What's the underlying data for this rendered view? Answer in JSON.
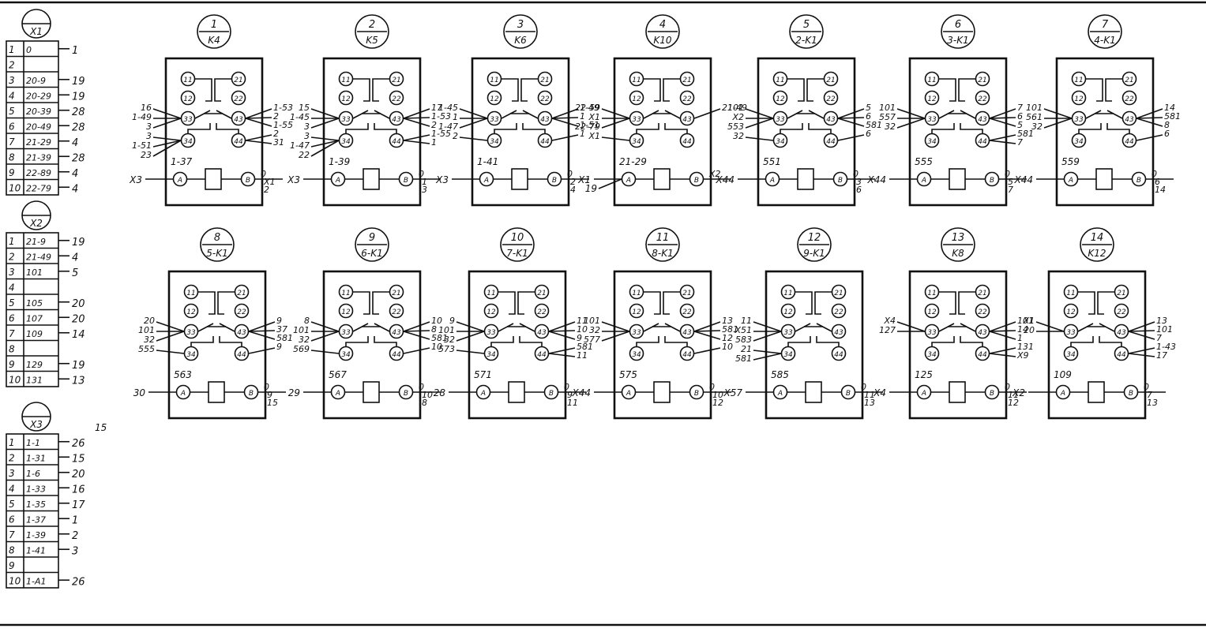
{
  "terminal_blocks": [
    {
      "id": "X1",
      "rows": [
        {
          "n": "1",
          "addr": "0",
          "dest": "1"
        },
        {
          "n": "2",
          "addr": "",
          "dest": ""
        },
        {
          "n": "3",
          "addr": "20-9",
          "dest": "19"
        },
        {
          "n": "4",
          "addr": "20-29",
          "dest": "19"
        },
        {
          "n": "5",
          "addr": "20-39",
          "dest": "28"
        },
        {
          "n": "6",
          "addr": "20-49",
          "dest": "28"
        },
        {
          "n": "7",
          "addr": "21-29",
          "dest": "4"
        },
        {
          "n": "8",
          "addr": "21-39",
          "dest": "28"
        },
        {
          "n": "9",
          "addr": "22-89",
          "dest": "4"
        },
        {
          "n": "10",
          "addr": "22-79",
          "dest": "4"
        }
      ]
    },
    {
      "id": "X2",
      "rows": [
        {
          "n": "1",
          "addr": "21-9",
          "dest": "19"
        },
        {
          "n": "2",
          "addr": "21-49",
          "dest": "4"
        },
        {
          "n": "3",
          "addr": "101",
          "dest": "5"
        },
        {
          "n": "4",
          "addr": "",
          "dest": ""
        },
        {
          "n": "5",
          "addr": "105",
          "dest": "20"
        },
        {
          "n": "6",
          "addr": "107",
          "dest": "20"
        },
        {
          "n": "7",
          "addr": "109",
          "dest": "14"
        },
        {
          "n": "8",
          "addr": "",
          "dest": ""
        },
        {
          "n": "9",
          "addr": "129",
          "dest": "19"
        },
        {
          "n": "10",
          "addr": "131",
          "dest": "13"
        }
      ]
    },
    {
      "id": "X3",
      "rows": [
        {
          "n": "1",
          "addr": "1-1",
          "dest": "26"
        },
        {
          "n": "2",
          "addr": "1-31",
          "dest": "15"
        },
        {
          "n": "3",
          "addr": "1-6",
          "dest": "20"
        },
        {
          "n": "4",
          "addr": "1-33",
          "dest": "16"
        },
        {
          "n": "5",
          "addr": "1-35",
          "dest": "17"
        },
        {
          "n": "6",
          "addr": "1-37",
          "dest": "1"
        },
        {
          "n": "7",
          "addr": "1-39",
          "dest": "2"
        },
        {
          "n": "8",
          "addr": "1-41",
          "dest": "3"
        },
        {
          "n": "9",
          "addr": "",
          "dest": ""
        },
        {
          "n": "10",
          "addr": "1-A1",
          "dest": "26"
        }
      ],
      "top_note": "15"
    }
  ],
  "relays": [
    {
      "num": "1",
      "ref": "K4",
      "coil_label": "1-37",
      "left": [
        "16",
        "1-49",
        "3",
        "3",
        "1-51",
        "23"
      ],
      "right": [
        "1-53",
        "2",
        "1-55",
        "2",
        "31"
      ],
      "coil_left": "X3",
      "coil_right": [
        "0",
        "X1",
        "2"
      ]
    },
    {
      "num": "2",
      "ref": "K5",
      "coil_label": "1-39",
      "left": [
        "15",
        "1-45",
        "3",
        "3",
        "1-47",
        "22"
      ],
      "right": [
        "17",
        "1-53",
        "2",
        "1-55",
        "1"
      ],
      "coil_left": "X3",
      "coil_right": [
        "0",
        "1",
        "3"
      ]
    },
    {
      "num": "3",
      "ref": "K6",
      "coil_label": "1-41",
      "left": [
        "1-45",
        "1",
        "1-47",
        "2"
      ],
      "right": [
        "1-49",
        "1",
        "1-51",
        "1"
      ],
      "coil_left": "X3",
      "coil_right": [
        "0",
        "2",
        "4"
      ]
    },
    {
      "num": "4",
      "ref": "K10",
      "coil_label": "21-29",
      "left": [
        "22-59",
        "X1",
        "22-79",
        "X1"
      ],
      "right": [
        "21-49"
      ],
      "coil_left": "X1",
      "coil_right": [
        "X2"
      ],
      "coil_left2": "19"
    },
    {
      "num": "5",
      "ref": "2-K1",
      "coil_label": "551",
      "left": [
        "101",
        "X2",
        "553",
        "32"
      ],
      "right": [
        "5",
        "6",
        "581",
        "6"
      ],
      "coil_left": "X44",
      "coil_right": [
        "0",
        "3",
        "6"
      ]
    },
    {
      "num": "6",
      "ref": "3-K1",
      "coil_label": "555",
      "left": [
        "101",
        "557",
        "32"
      ],
      "right": [
        "7",
        "6",
        "5",
        "581",
        "7"
      ],
      "coil_left": "X44",
      "coil_right": [
        "0",
        "5",
        "7"
      ]
    },
    {
      "num": "7",
      "ref": "4-K1",
      "coil_label": "559",
      "left": [
        "101",
        "561",
        "32"
      ],
      "right": [
        "14",
        "581",
        "8",
        "6"
      ],
      "coil_left": "X44",
      "coil_right": [
        "0",
        "6",
        "14"
      ]
    },
    {
      "num": "8",
      "ref": "5-K1",
      "coil_label": "563",
      "left": [
        "20",
        "101",
        "32",
        "555"
      ],
      "right": [
        "9",
        "37",
        "581",
        "9"
      ],
      "coil_left": "30",
      "coil_right": [
        "0",
        "9",
        "15"
      ]
    },
    {
      "num": "9",
      "ref": "6-K1",
      "coil_label": "567",
      "left": [
        "8",
        "101",
        "32",
        "569"
      ],
      "right": [
        "10",
        "8",
        "581",
        "10"
      ],
      "coil_left": "29",
      "coil_right": [
        "0",
        "10",
        "8"
      ]
    },
    {
      "num": "10",
      "ref": "7-K1",
      "coil_label": "571",
      "left": [
        "9",
        "101",
        "32",
        "573"
      ],
      "right": [
        "11",
        "10",
        "9",
        "581",
        "11"
      ],
      "coil_left": "28",
      "coil_right": [
        "0",
        "9",
        "11"
      ]
    },
    {
      "num": "11",
      "ref": "8-K1",
      "coil_label": "575",
      "left": [
        "101",
        "32",
        "577"
      ],
      "right": [
        "13",
        "581",
        "12",
        "10"
      ],
      "coil_left": "X44",
      "coil_right": [
        "0",
        "10",
        "12"
      ]
    },
    {
      "num": "12",
      "ref": "9-K1",
      "coil_label": "585",
      "left": [
        "11",
        "X51",
        "583",
        "21",
        "581"
      ],
      "right": [],
      "coil_left": "X57",
      "coil_right": [
        "0",
        "11",
        "13"
      ]
    },
    {
      "num": "13",
      "ref": "K8",
      "coil_label": "125",
      "left": [
        "X4",
        "127"
      ],
      "right": [
        "101",
        "14",
        "1",
        "131",
        "X9"
      ],
      "coil_left": "X4",
      "coil_right": [
        "0",
        "11",
        "12"
      ]
    },
    {
      "num": "14",
      "ref": "K12",
      "coil_label": "109",
      "left": [
        "X1",
        "20"
      ],
      "right": [
        "13",
        "101",
        "7",
        "1-43",
        "17"
      ],
      "coil_left": "X2",
      "coil_right": [
        "0",
        "7",
        "13"
      ]
    }
  ],
  "contact_labels": [
    "11",
    "21",
    "12",
    "22",
    "33",
    "43",
    "34",
    "44"
  ],
  "coil_pins": [
    "A",
    "B"
  ],
  "colors": {
    "ink": "#111111",
    "paper": "#ffffff"
  }
}
